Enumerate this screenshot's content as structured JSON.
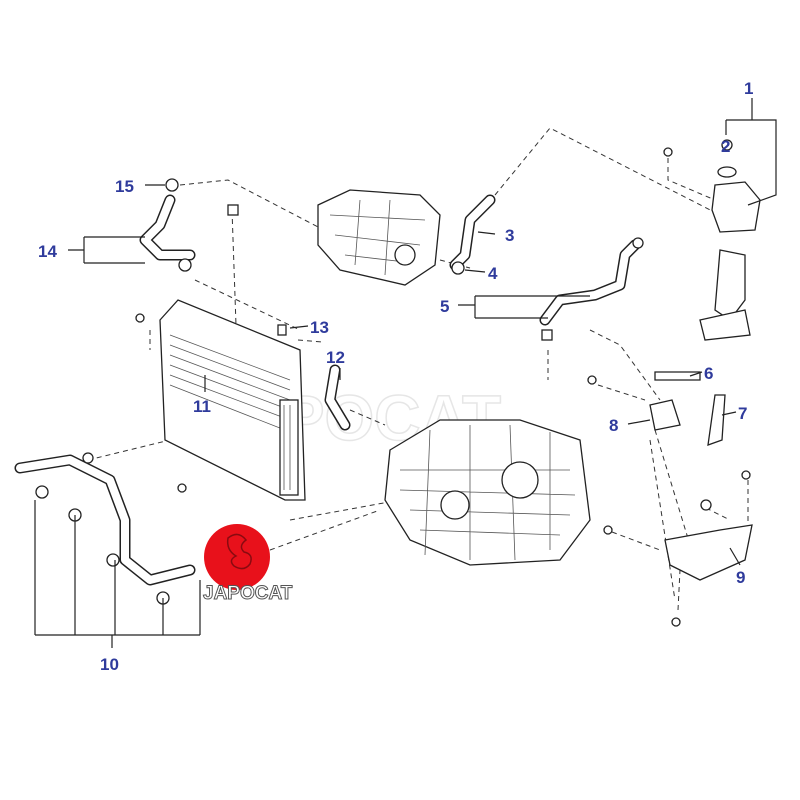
{
  "diagram": {
    "callouts": [
      "1",
      "2",
      "3",
      "4",
      "5",
      "6",
      "7",
      "8",
      "9",
      "10",
      "11",
      "12",
      "13",
      "14",
      "15"
    ],
    "logo_text": "JAPOCAT",
    "watermark_text": "JAPOCAT",
    "colors": {
      "callout": "#2f3b9c",
      "logo": "#e8111b"
    }
  }
}
